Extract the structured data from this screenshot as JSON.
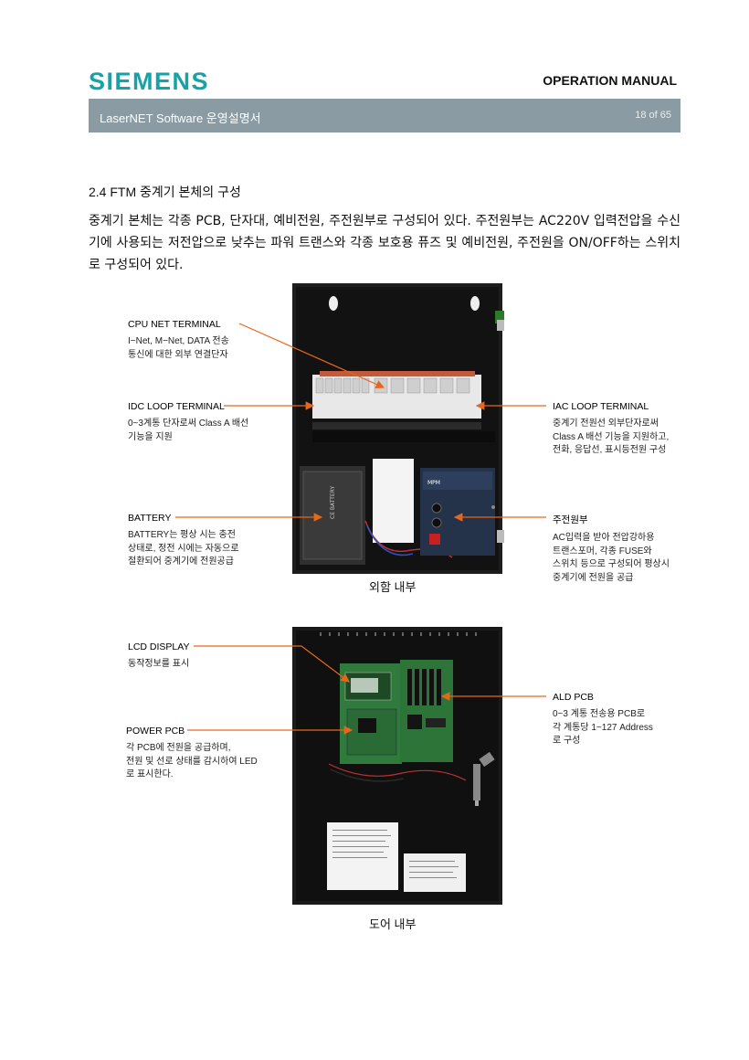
{
  "header": {
    "logo": "SIEMENS",
    "manual_title": "OPERATION MANUAL",
    "software_title": "LaserNET Software  운영설명서",
    "page_indicator": "18 of 65"
  },
  "section": {
    "title": "2.4 FTM 중계기 본체의 구성",
    "body": "중계기 본체는 각종 PCB, 단자대, 예비전원, 주전원부로 구성되어 있다. 주전원부는 AC220V 입력전압을 수신기에 사용되는 저전압으로 낮추는 파워 트랜스와 각종 보호용 퓨즈 및 예비전원, 주전원을 ON/OFF하는 스위치로 구성되어 있다."
  },
  "figure1": {
    "caption": "외함 내부",
    "labels": {
      "cpu_net": {
        "title": "CPU NET TERMINAL",
        "desc": [
          "I−Net, M−Net, DATA 전송",
          "통신에 대한 외부 연결단자"
        ]
      },
      "idc_loop": {
        "title": "IDC LOOP TERMINAL",
        "desc": [
          "0~3계통 단자로써 Class A 배선",
          "기능을 지원"
        ]
      },
      "iac_loop": {
        "title": "IAC LOOP TERMINAL",
        "desc": [
          "중계기 전원선 외부단자로써",
          "Class A 배선 기능을 지원하고,",
          "전화, 응답선, 표시등전원 구성"
        ]
      },
      "battery": {
        "title": "BATTERY",
        "desc": [
          "BATTERY는 평상 시는 충전",
          "상태로, 정전 시에는 자동으로",
          "절환되어 중계기에 전원공급"
        ]
      },
      "main_power": {
        "title": "주전원부",
        "desc": [
          "AC입력을 받아 전압강하용",
          "트랜스포머, 각종 FUSE와",
          "스위치 등으로 구성되어 평상시",
          "중계기에 전원을 공급"
        ]
      }
    }
  },
  "figure2": {
    "caption": "도어 내부",
    "labels": {
      "lcd": {
        "title": "LCD DISPLAY",
        "desc": [
          "동작정보를 표시"
        ]
      },
      "power_pcb": {
        "title": "POWER PCB",
        "desc": [
          "각 PCB에 전원을 공급하며,",
          "전원 및 선로 상태를 감시하여 LED",
          "로 표시한다."
        ]
      },
      "ald_pcb": {
        "title": "ALD PCB",
        "desc": [
          "0~3 계통 전송용 PCB로",
          "각 계통당 1~127 Address",
          "로 구성"
        ]
      }
    }
  },
  "colors": {
    "brand": "#15a3a8",
    "header_bar": "#8a9ba3",
    "arrow": "#e8661a"
  }
}
